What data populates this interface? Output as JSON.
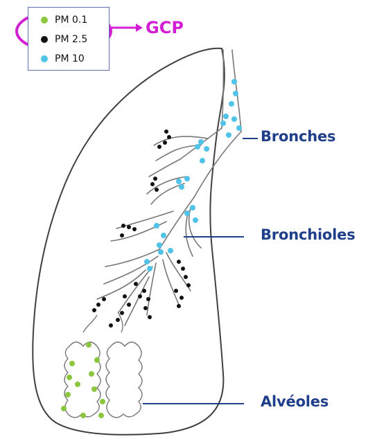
{
  "legend": {
    "items": [
      {
        "label": "PM 0.1",
        "color": "#8cc63f"
      },
      {
        "label": "PM 2.5",
        "color": "#111111"
      },
      {
        "label": "PM 10",
        "color": "#4fc3e8"
      }
    ]
  },
  "gcp_label": "GCP",
  "labels": {
    "bronches": "Bronches",
    "bronchioles": "Bronchioles",
    "alveoles": "Alvéoles"
  },
  "colors": {
    "gcp_magenta": "#d21fd6",
    "label_blue": "#1f3f8a",
    "outline": "#444444"
  }
}
